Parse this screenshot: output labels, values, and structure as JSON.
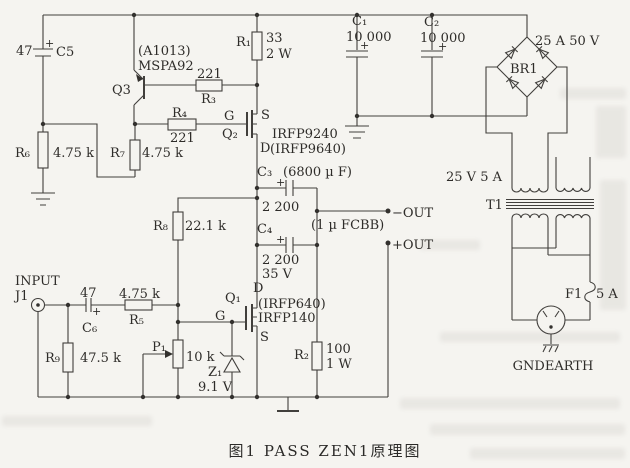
{
  "figure": {
    "caption": "图1  PASS ZEN1原理图"
  },
  "labels": {
    "c5_value": "47",
    "c5_plus": "+",
    "c5_name": "C5",
    "q3_alt": "(A1013)",
    "q3_part": "MSPA92",
    "q3_name": "Q3",
    "r1_name": "R₁",
    "r1_value": "33",
    "r1_rating": "2 W",
    "r3_value": "221",
    "r3_name": "R₃",
    "r4_name": "R₄",
    "r4_value": "221",
    "r6_name": "R₆",
    "r6_value": "4.75 k",
    "r7_name": "R₇",
    "r7_value": "4.75 k",
    "r8_name": "R₈",
    "r8_value": "22.1 k",
    "q2_gate": "G",
    "q2_name": "Q₂",
    "q2_source": "S",
    "q2_drain": "D",
    "q2_part": "IRFP9240",
    "q2_alt": "(IRFP9640)",
    "c1_name": "C₁",
    "c1_value": "10 000",
    "c1_plus": "+",
    "c2_name": "C₂",
    "c2_value": "10 000",
    "c2_plus": "+",
    "br1_rating": "25 A 50 V",
    "br1_name": "BR1",
    "c3_name": "C₃",
    "c3_note": "(6800 µ F)",
    "c3_value": "2 200",
    "c3_plus": "+",
    "c4_name": "C₄",
    "c4_value": "2 200",
    "c4_rating": "35 V",
    "c4_plus": "+",
    "coupling_note": "(1 µ FCBB)",
    "out_neg": "−OUT",
    "out_pos": "+OUT",
    "t1_rating": "25 V 5 A",
    "t1_name": "T1",
    "f1_name": "F1",
    "f1_value": "5 A",
    "gnd_label": "GNDEARTH",
    "input_label": "INPUT",
    "j1_name": "J1",
    "c6_value": "47",
    "c6_plus": "+",
    "c6_name": "C₆",
    "r5_value": "4.75 k",
    "r5_name": "R₅",
    "r9_name": "R₉",
    "r9_value": "47.5 k",
    "p1_name": "P₁",
    "p1_value": "10 k",
    "z1_name": "Z₁",
    "z1_value": "9.1 V",
    "q1_name": "Q₁",
    "q1_gate": "G",
    "q1_drain": "D",
    "q1_part": "(IRFP640)",
    "q1_part2": "IRFP140",
    "q1_source": "S",
    "r2_name": "R₂",
    "r2_value": "100",
    "r2_rating": "1 W"
  }
}
